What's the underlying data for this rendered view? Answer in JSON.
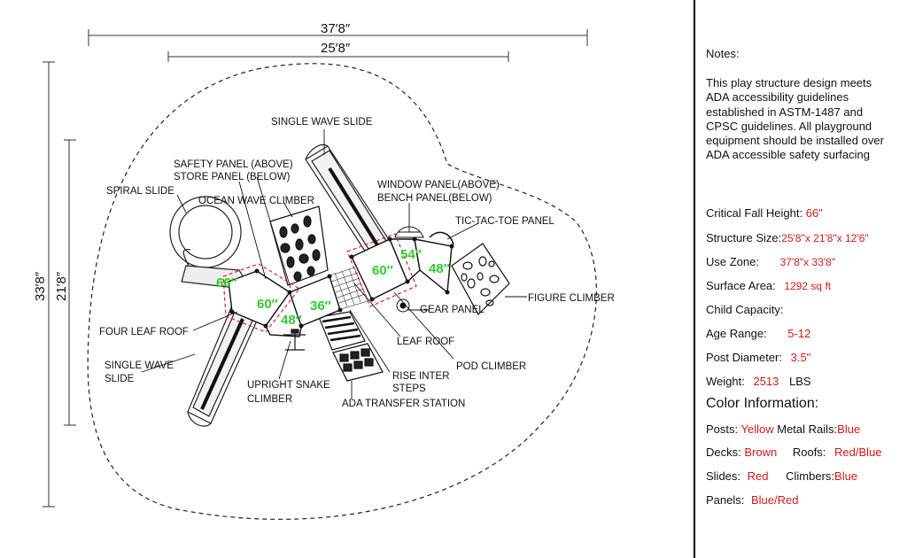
{
  "dimensions": {
    "overall_width": "37′8″",
    "structure_width": "25′8″",
    "overall_depth": "33′8″",
    "structure_depth": "21′8″"
  },
  "components": {
    "single_wave_slide_top": "SINGLE WAVE SLIDE",
    "safety_panel": "SAFETY PANEL (ABOVE)",
    "store_panel": "STORE PANEL (BELOW)",
    "spiral_slide": "SPIRAL SLIDE",
    "ocean_wave_climber": "OCEAN WAVE CLIMBER",
    "window_panel": "WINDOW PANEL(ABOVE)",
    "bench_panel": "BENCH PANEL(BELOW)",
    "tic_tac_toe_panel": "TIC-TAC-TOE PANEL",
    "figure_climber": "FIGURE CLIMBER",
    "gear_panel": "GEAR PANEL",
    "four_leaf_roof": "FOUR LEAF ROOF",
    "leaf_roof": "LEAF ROOF",
    "pod_climber": "POD CLIMBER",
    "single_wave_slide_bottom_1": "SINGLE WAVE",
    "single_wave_slide_bottom_2": "SLIDE",
    "upright_snake_climber_1": "UPRIGHT SNAKE",
    "upright_snake_climber_2": "CLIMBER",
    "rise_inter_steps_1": "RISE INTER",
    "rise_inter_steps_2": "STEPS",
    "ada_transfer_station": "ADA TRANSFER STATION"
  },
  "deck_heights": {
    "spiral": "66″",
    "deck_a": "60″",
    "deck_b": "48″",
    "deck_c": "36″",
    "deck_d": "60″",
    "deck_e": "54″",
    "deck_f": "48″"
  },
  "notes": {
    "heading": "Notes:",
    "body": "This play structure design meets ADA accessibility guidelines established in ASTM-1487 and CPSC guidelines. All playground equipment should be installed over ADA accessible safety surfacing",
    "critical_fall_height": {
      "label": "Critical Fall Height:",
      "value": "66\""
    },
    "structure_size": {
      "label": "Structure Size:",
      "value": "25'8\"x 21'8\"x 12'6\""
    },
    "use_zone": {
      "label": "Use Zone:",
      "value": "37'8\"x 33'8\""
    },
    "surface_area": {
      "label": "Surface Area:",
      "value": "1292 sq ft"
    },
    "child_capacity": {
      "label": "Child Capacity:",
      "value": ""
    },
    "age_range": {
      "label": "Age Range:",
      "value": "5-12"
    },
    "post_diameter": {
      "label": "Post Diameter:",
      "value": "3.5\""
    },
    "weight": {
      "label": "Weight:",
      "value": "2513",
      "unit": "LBS"
    },
    "color_heading": "Color Information:",
    "posts": {
      "label": "Posts:",
      "value": "Yellow"
    },
    "metal_rails": {
      "label": "Metal Rails:",
      "value": "Blue"
    },
    "decks": {
      "label": "Decks:",
      "value": "Brown"
    },
    "roofs": {
      "label": "Roofs:",
      "value": "Red/Blue"
    },
    "slides": {
      "label": "Slides:",
      "value": "Red"
    },
    "climbers": {
      "label": "Climbers:",
      "value": "Blue"
    },
    "panels": {
      "label": "Panels:",
      "value": "Blue/Red"
    }
  },
  "colors": {
    "value_red": "#d01818",
    "height_green": "#2ecc2e",
    "deck_outline_red": "#e02020"
  }
}
